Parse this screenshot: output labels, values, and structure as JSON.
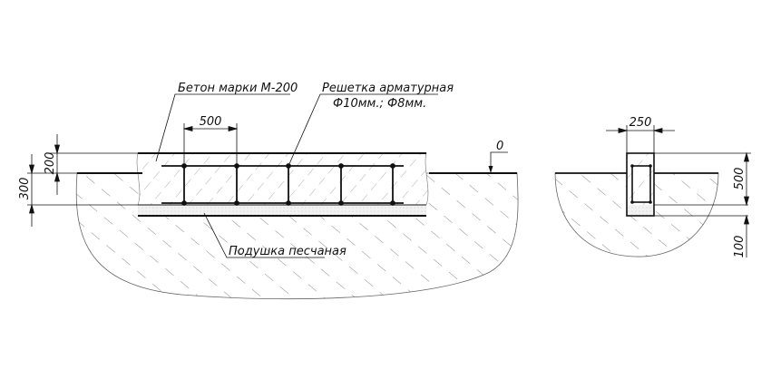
{
  "labels": {
    "concrete": "Бетон марки М-200",
    "rebar_title": "Решетка арматурная",
    "rebar_spec": "Ф10мм.; Ф8мм.",
    "sand": "Подушка песчаная",
    "ground_level": "0"
  },
  "dimensions": {
    "rebar_spacing": "500",
    "above_ground": "200",
    "total_depth": "300",
    "beam_width": "250",
    "beam_height": "500",
    "sand_height": "100"
  },
  "colors": {
    "line": "#111111",
    "hatch": "#777777",
    "sand": "#e6e6e6"
  }
}
